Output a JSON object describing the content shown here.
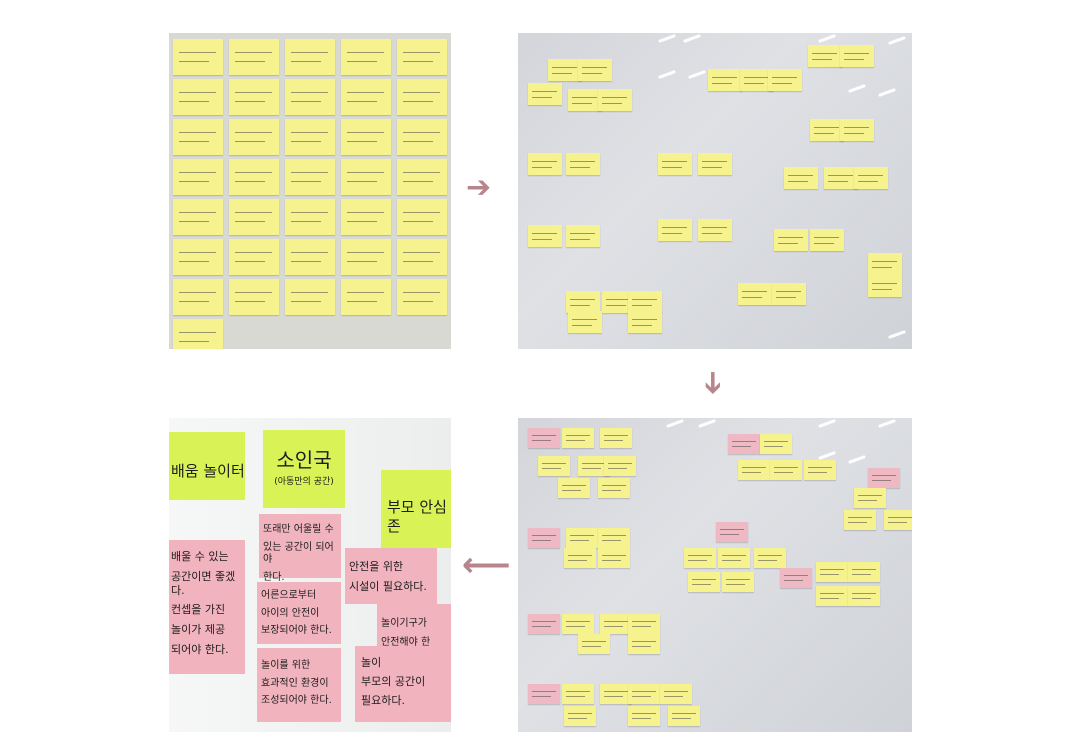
{
  "figure": {
    "panels": [
      "grid-sticky-notes",
      "grouping-board",
      "labeled-board",
      "zoomed-categories"
    ],
    "arrow_color": "#b9858c"
  },
  "arrows": {
    "right": "➔",
    "down": "➔",
    "left": "⟵"
  },
  "zoom": {
    "category_1": "배움 놀이터",
    "category_2": "소인국",
    "category_2_sub": "(아동만의 공간)",
    "category_3": "부모 안심존",
    "notes_col1": [
      "배울 수 있는",
      "공간이면 좋겠다.",
      "컨셉을 가진",
      "놀이가 제공",
      "되어야 한다."
    ],
    "notes_col2a": [
      "또래만 어울릴 수",
      "있는 공간이 되어야",
      "한다."
    ],
    "notes_col2b": [
      "어른으로부터",
      "아이의 안전이",
      "보장되어야 한다."
    ],
    "notes_col2c": [
      "놀이를 위한",
      "효과적인 환경이",
      "조성되어야 한다."
    ],
    "notes_col3a": [
      "안전을 위한",
      "시설이 필요하다."
    ],
    "notes_col3b": [
      "놀이기구가",
      "안전해야 한"
    ],
    "notes_col3c": [
      "놀이",
      "부모의 공간이",
      "필요하다."
    ]
  },
  "colors": {
    "yellow_note": "#f6f28e",
    "pink_note": "#efb9c4",
    "green_label": "#d9f256",
    "board": "#d3d5da"
  }
}
